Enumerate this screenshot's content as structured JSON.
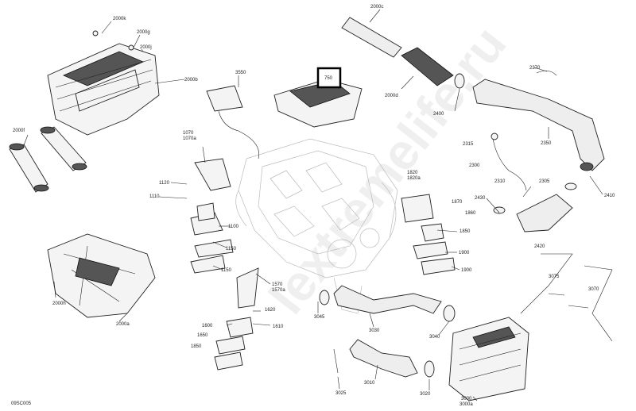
{
  "diagram_code": "09SC005",
  "watermark": "lextremelife.ru",
  "callout_750": "750",
  "labels": {
    "l2000k": "2000k",
    "l2000g": "2000g",
    "l2000j": "2000j",
    "l2000b": "2000b",
    "l2000f": "2000f",
    "l2000h": "2000h",
    "l2000a": "2000a",
    "l3550": "3550",
    "l1070": "1070",
    "l1070a": "1070a",
    "l1120": "1120",
    "l1110": "1110",
    "l1100": "1100",
    "l1150a": "1150",
    "l1150b": "1150",
    "l1570": "1570",
    "l1570a": "1570a",
    "l1620": "1620",
    "l1600": "1600",
    "l1610": "1610",
    "l1650": "1650",
    "l1850a": "1850",
    "l2000c": "2000c",
    "l2000d": "2000d",
    "l2400": "2400",
    "l2370": "2370",
    "l2350": "2350",
    "l2315": "2315",
    "l2300": "2300",
    "l2310": "2310",
    "l2305": "2305",
    "l2410": "2410",
    "l2430": "2430",
    "l1820": "1820",
    "l1820a": "1820a",
    "l1870": "1870",
    "l1860": "1860",
    "l1850b": "1850",
    "l1900a": "1900",
    "l1900b": "1900",
    "l2420": "2420",
    "l3075": "3075",
    "l3070": "3070",
    "l3045": "3045",
    "l3030": "3030",
    "l3040": "3040",
    "l3025": "3025",
    "l3010": "3010",
    "l3020": "3020",
    "l3000": "3000",
    "l3000a": "3000a"
  }
}
